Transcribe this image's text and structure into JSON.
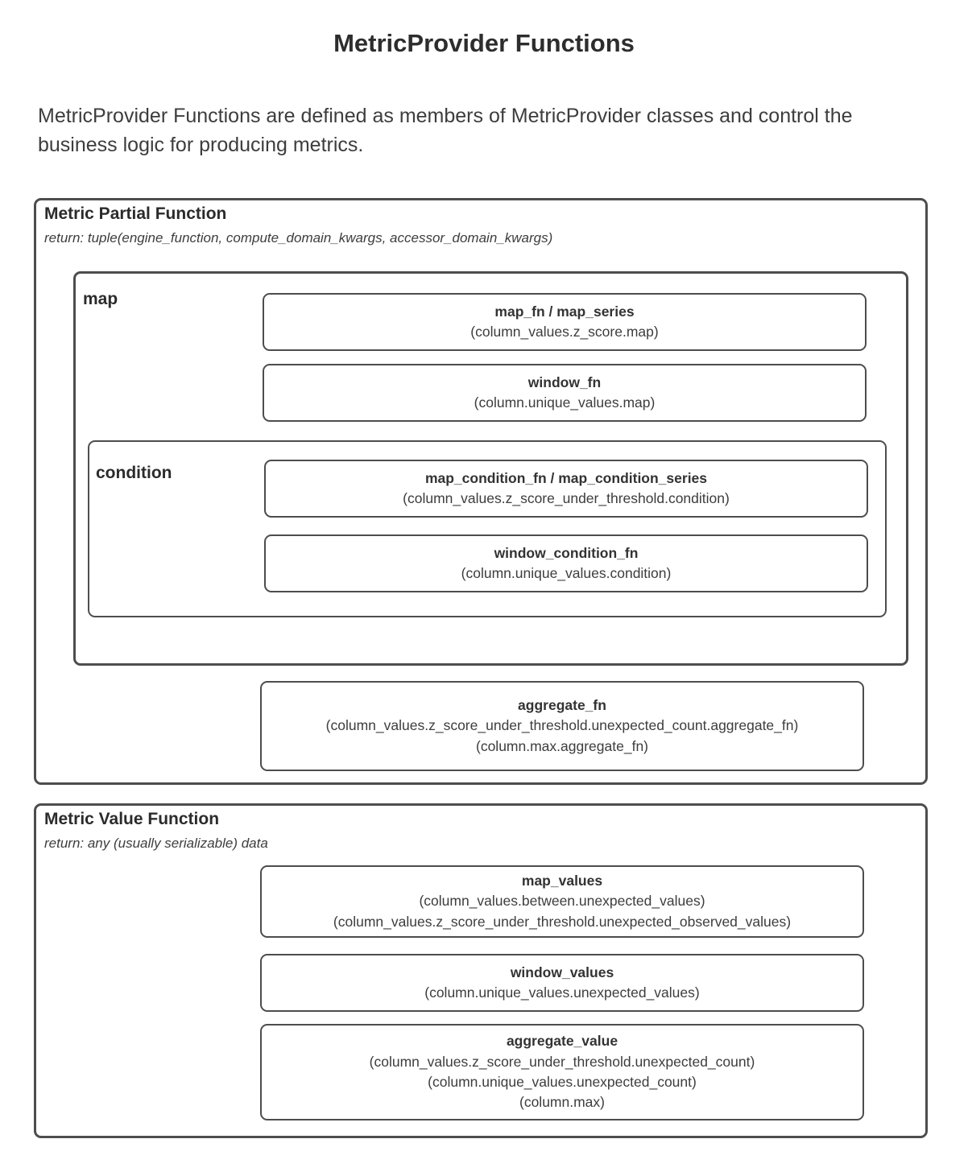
{
  "page_title": "MetricProvider Functions",
  "intro": "MetricProvider Functions are defined as members of MetricProvider classes and control the business logic for producing metrics.",
  "colors": {
    "border": "#4d4d4d",
    "text": "#333333",
    "background": "#ffffff"
  },
  "partial_section": {
    "title": "Metric Partial Function",
    "return_note": "return: tuple(engine_function, compute_domain_kwargs, accessor_domain_kwargs)",
    "map_group": {
      "label": "map",
      "nodes": {
        "map_fn": {
          "title": "map_fn / map_series",
          "line1": "(column_values.z_score.map)"
        },
        "window_fn": {
          "title": "window_fn",
          "line1": "(column.unique_values.map)"
        }
      },
      "condition_group": {
        "label": "condition",
        "nodes": {
          "map_condition_fn": {
            "title": "map_condition_fn / map_condition_series",
            "line1": "(column_values.z_score_under_threshold.condition)"
          },
          "window_condition_fn": {
            "title": "window_condition_fn",
            "line1": "(column.unique_values.condition)"
          }
        }
      }
    },
    "aggregate_fn": {
      "title": "aggregate_fn",
      "line1": "(column_values.z_score_under_threshold.unexpected_count.aggregate_fn)",
      "line2": "(column.max.aggregate_fn)"
    }
  },
  "value_section": {
    "title": "Metric Value Function",
    "return_note": "return: any (usually serializable) data",
    "nodes": {
      "map_values": {
        "title": "map_values",
        "line1": "(column_values.between.unexpected_values)",
        "line2": "(column_values.z_score_under_threshold.unexpected_observed_values)"
      },
      "window_values": {
        "title": "window_values",
        "line1": "(column.unique_values.unexpected_values)"
      },
      "aggregate_value": {
        "title": "aggregate_value",
        "line1": "(column_values.z_score_under_threshold.unexpected_count)",
        "line2": "(column.unique_values.unexpected_count)",
        "line3": "(column.max)"
      }
    }
  }
}
